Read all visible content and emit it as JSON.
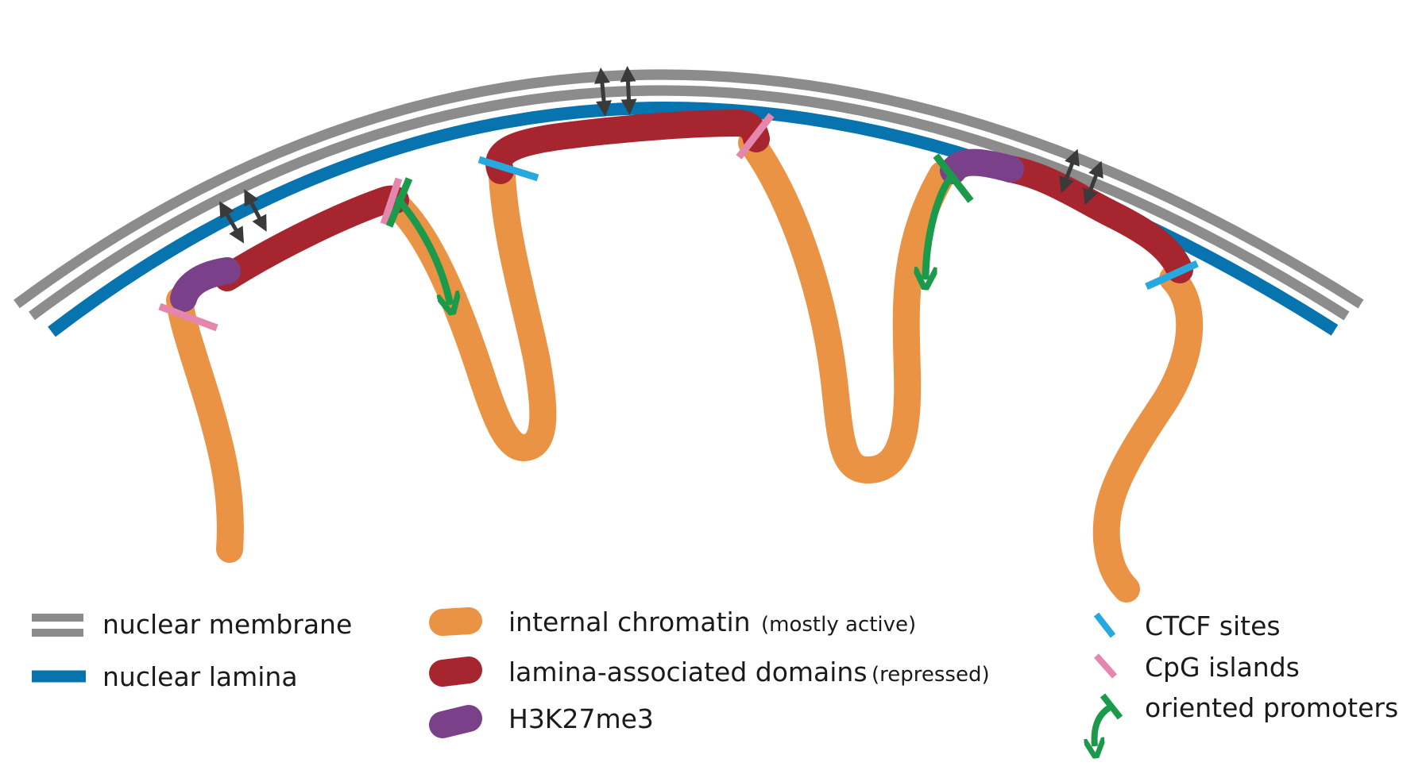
{
  "colors": {
    "membrane": "#8c8c8c",
    "lamina": "#0774b0",
    "internal_chromatin": "#eb9344",
    "lad": "#a7252e",
    "h3k27me3": "#7a4089",
    "ctcf": "#27a9df",
    "cpg": "#e586ad",
    "promoter": "#1a9a4a",
    "interaction_arrow": "#3a3a3a"
  },
  "legend": {
    "membrane": {
      "label": "nuclear membrane",
      "icon": "double-gray-line-icon"
    },
    "lamina": {
      "label": "nuclear lamina",
      "icon": "blue-line-icon"
    },
    "internal": {
      "label": "internal chromatin",
      "note": "(mostly active)",
      "icon": "orange-chromatin-icon"
    },
    "lad": {
      "label": "lamina-associated domains",
      "note": "(repressed)",
      "icon": "red-chromatin-icon"
    },
    "h3k27": {
      "label": "H3K27me3",
      "icon": "purple-chromatin-icon"
    },
    "ctcf": {
      "label": "CTCF sites",
      "icon": "blue-tick-icon"
    },
    "cpg": {
      "label": "CpG islands",
      "icon": "pink-tick-icon"
    },
    "promoter": {
      "label": "oriented promoters",
      "icon": "promoter-arrow-icon"
    }
  }
}
